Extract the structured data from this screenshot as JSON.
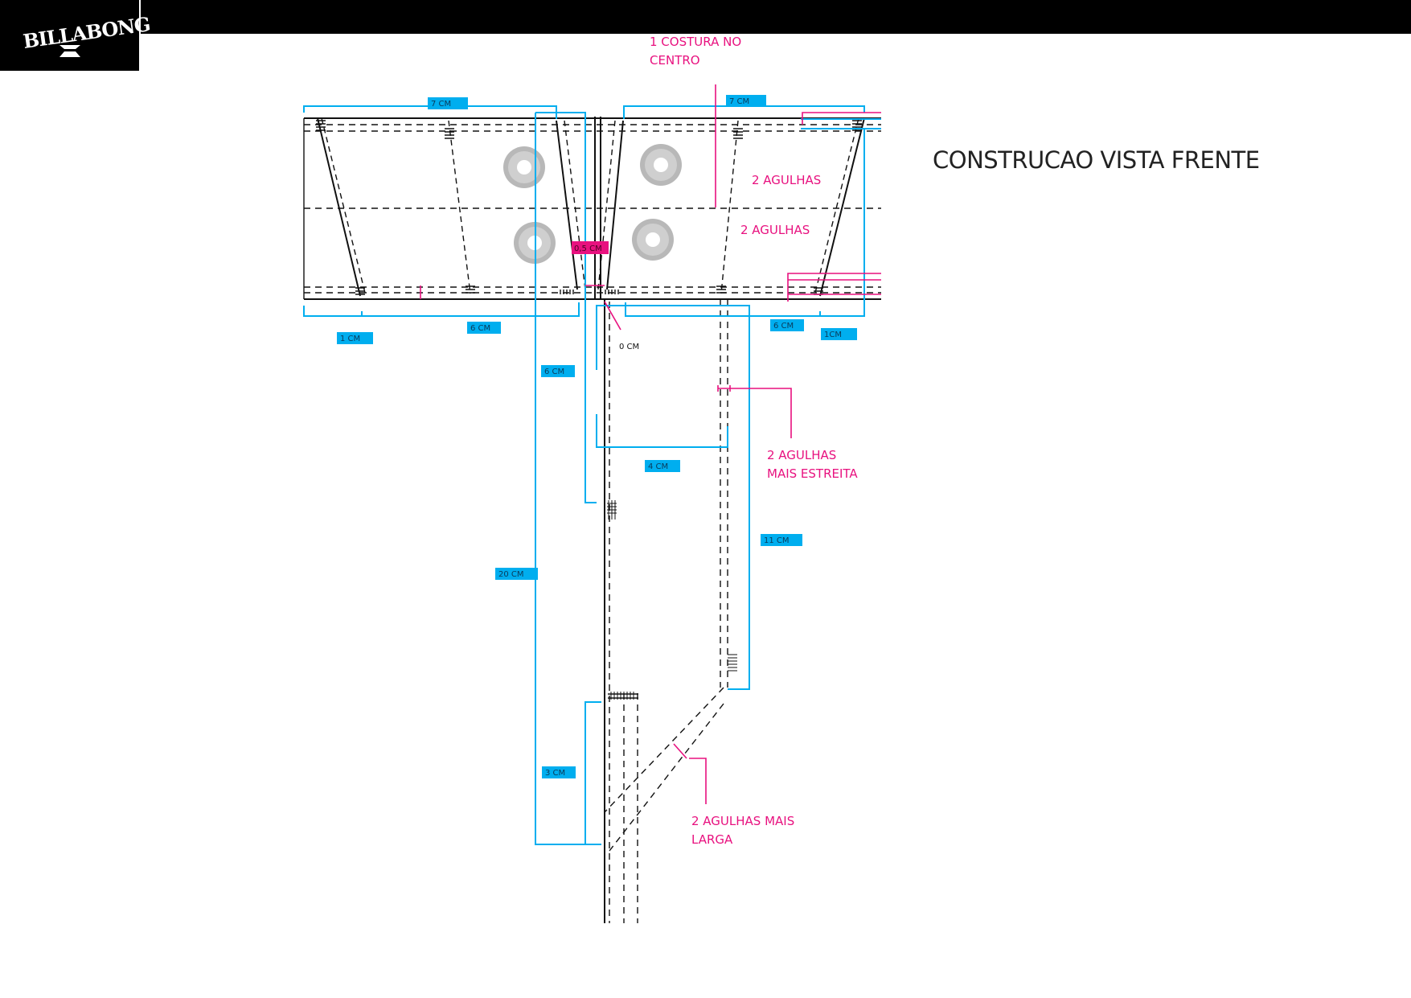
{
  "header": {
    "brand": "BILLABONG",
    "title": "CONSTRUCAO VISTA FRENTE"
  },
  "notes": {
    "center_seam": [
      "1 COSTURA  NO",
      "CENTRO"
    ],
    "two_needles_top": "2 AGULHAS",
    "two_needles_mid": "2 AGULHAS",
    "two_needles_narrower": [
      "2 AGULHAS",
      "MAIS ESTREITA"
    ],
    "two_needles_wider": [
      "2 AGULHAS MAIS",
      "LARGA"
    ]
  },
  "measurements": {
    "top_left": "7 CM",
    "top_right": "7 CM",
    "center_gap": "0,5 CM",
    "zero": "0 CM",
    "bottom_left_1": "1 CM",
    "bottom_left_6": "6 CM",
    "bottom_right_6": "6 CM",
    "bottom_right_1": "1CM",
    "fly_6": "6 CM",
    "fly_4": "4 CM",
    "fly_20": "20 CM",
    "fly_11": "11 CM",
    "fly_3": "3 CM"
  },
  "colors": {
    "measure": "#00aeef",
    "note": "#e8117f",
    "stitch": "#111111"
  }
}
